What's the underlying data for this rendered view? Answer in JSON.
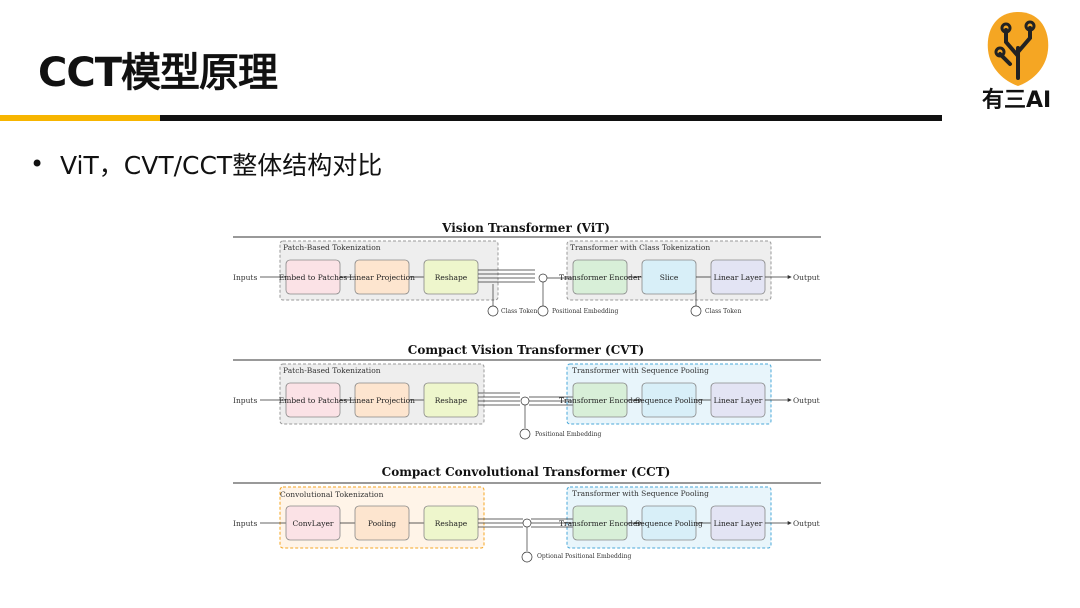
{
  "slide": {
    "title": "CCT模型原理",
    "bullet": "ViT，CVT/CCT整体结构对比",
    "logo_text": "有三AI"
  },
  "colors": {
    "accent_yellow": "#f7b500",
    "rule_black": "#111111",
    "logo_orange": "#f5a623"
  },
  "diagram": {
    "sections": [
      {
        "title": "Vision Transformer (ViT)",
        "input": "Inputs",
        "output": "Output",
        "group1": "Patch-Based Tokenization",
        "group2": "Transformer with Class Tokenization",
        "blocks": [
          "Embed to Patches",
          "Linear Projection",
          "Reshape",
          "Transformer Encoder",
          "Slice",
          "Linear Layer"
        ],
        "token1": "Class Token",
        "token2": "Positional Embedding",
        "token3": "Class Token"
      },
      {
        "title": "Compact Vision Transformer (CVT)",
        "input": "Inputs",
        "output": "Output",
        "group1": "Patch-Based Tokenization",
        "group2": "Transformer with Sequence Pooling",
        "blocks": [
          "Embed to Patches",
          "Linear Projection",
          "Reshape",
          "Transformer Encoder",
          "Sequence Pooling",
          "Linear Layer"
        ],
        "token1": "Positional Embedding"
      },
      {
        "title": "Compact Convolutional Transformer (CCT)",
        "input": "Inputs",
        "output": "Output",
        "group1": "Convolutional Tokenization",
        "group2": "Transformer with Sequence Pooling",
        "blocks": [
          "ConvLayer",
          "Pooling",
          "Reshape",
          "Transformer Encoder",
          "Sequence Pooling",
          "Linear Layer"
        ],
        "token1": "Optional Positional Embedding"
      }
    ]
  }
}
